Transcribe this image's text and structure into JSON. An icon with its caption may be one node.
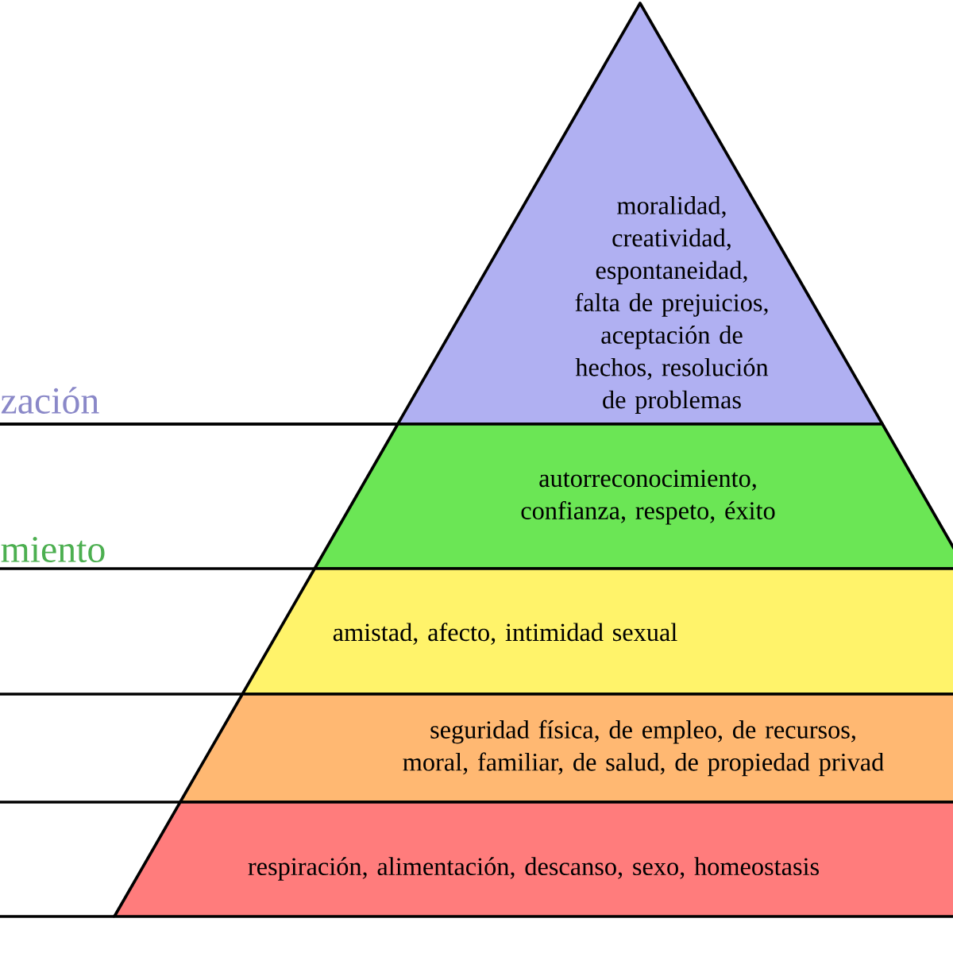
{
  "diagram": {
    "nodes": [
      {
        "text": [
          "moralidad, creatividad, espontaneidad, falta de prejuicios, aceptación de hechos, resolución de problemas"
        ]
      },
      {
        "text": [
          "autorreconocimiento, confianza, respeto, éxito"
        ]
      },
      {
        "text": [
          "amistad, afecto, intimidad sexual"
        ]
      },
      {
        "text": [
          "seguridad física, de empleo, de recursos, moral, familiar, de salud, de propiedad privad"
        ]
      },
      {
        "text": [
          "respiración, alimentación, descanso, sexo, homeostasis"
        ]
      }
    ],
    "labels": [
      "zación",
      "miento"
    ]
  }
}
